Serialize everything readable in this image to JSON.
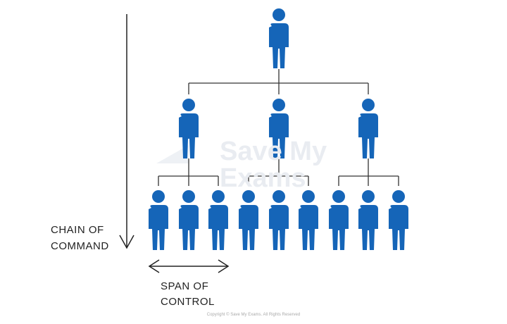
{
  "labels": {
    "chain_line1": "CHAIN OF",
    "chain_line2": "COMMAND",
    "span_line1": "SPAN OF",
    "span_line2": "CONTROL"
  },
  "watermark": {
    "line1": "Save My",
    "line2": "Exams"
  },
  "copyright": "Copyright © Save My Exams. All Rights Reserved",
  "colors": {
    "person": "#1565b8",
    "line": "#333333",
    "watermark": "#e9ecf1"
  },
  "hierarchy": {
    "levels": [
      1,
      3,
      9
    ],
    "span_of_control": 3
  },
  "icons": [
    "person-icon",
    "arrow-down-icon",
    "double-arrow-icon"
  ]
}
